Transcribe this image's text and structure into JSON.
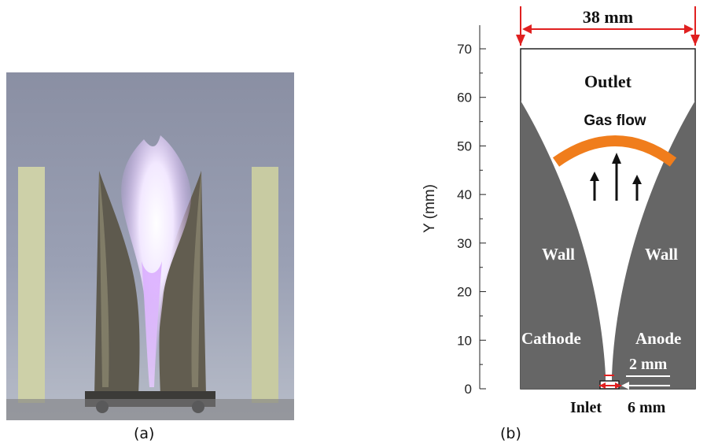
{
  "panels": {
    "a": {
      "label": "(a)"
    },
    "b": {
      "label": "(b)"
    }
  },
  "diagram": {
    "width_annotation": "38 mm",
    "y_axis": {
      "title": "Y (mm)",
      "ticks": [
        0,
        10,
        20,
        30,
        40,
        50,
        60,
        70
      ],
      "range": [
        0,
        70
      ]
    },
    "labels": {
      "outlet": "Outlet",
      "gas_flow": "Gas flow",
      "wall_left": "Wall",
      "wall_right": "Wall",
      "cathode": "Cathode",
      "anode": "Anode",
      "gap": "2 mm",
      "inlet": "Inlet",
      "inlet_width": "6 mm"
    },
    "colors": {
      "electrode": "#666666",
      "gas_flow_arc": "#f07d1c",
      "dimension_arrow": "#e02020",
      "text_light": "#ffffff",
      "text_dark": "#111111"
    }
  }
}
